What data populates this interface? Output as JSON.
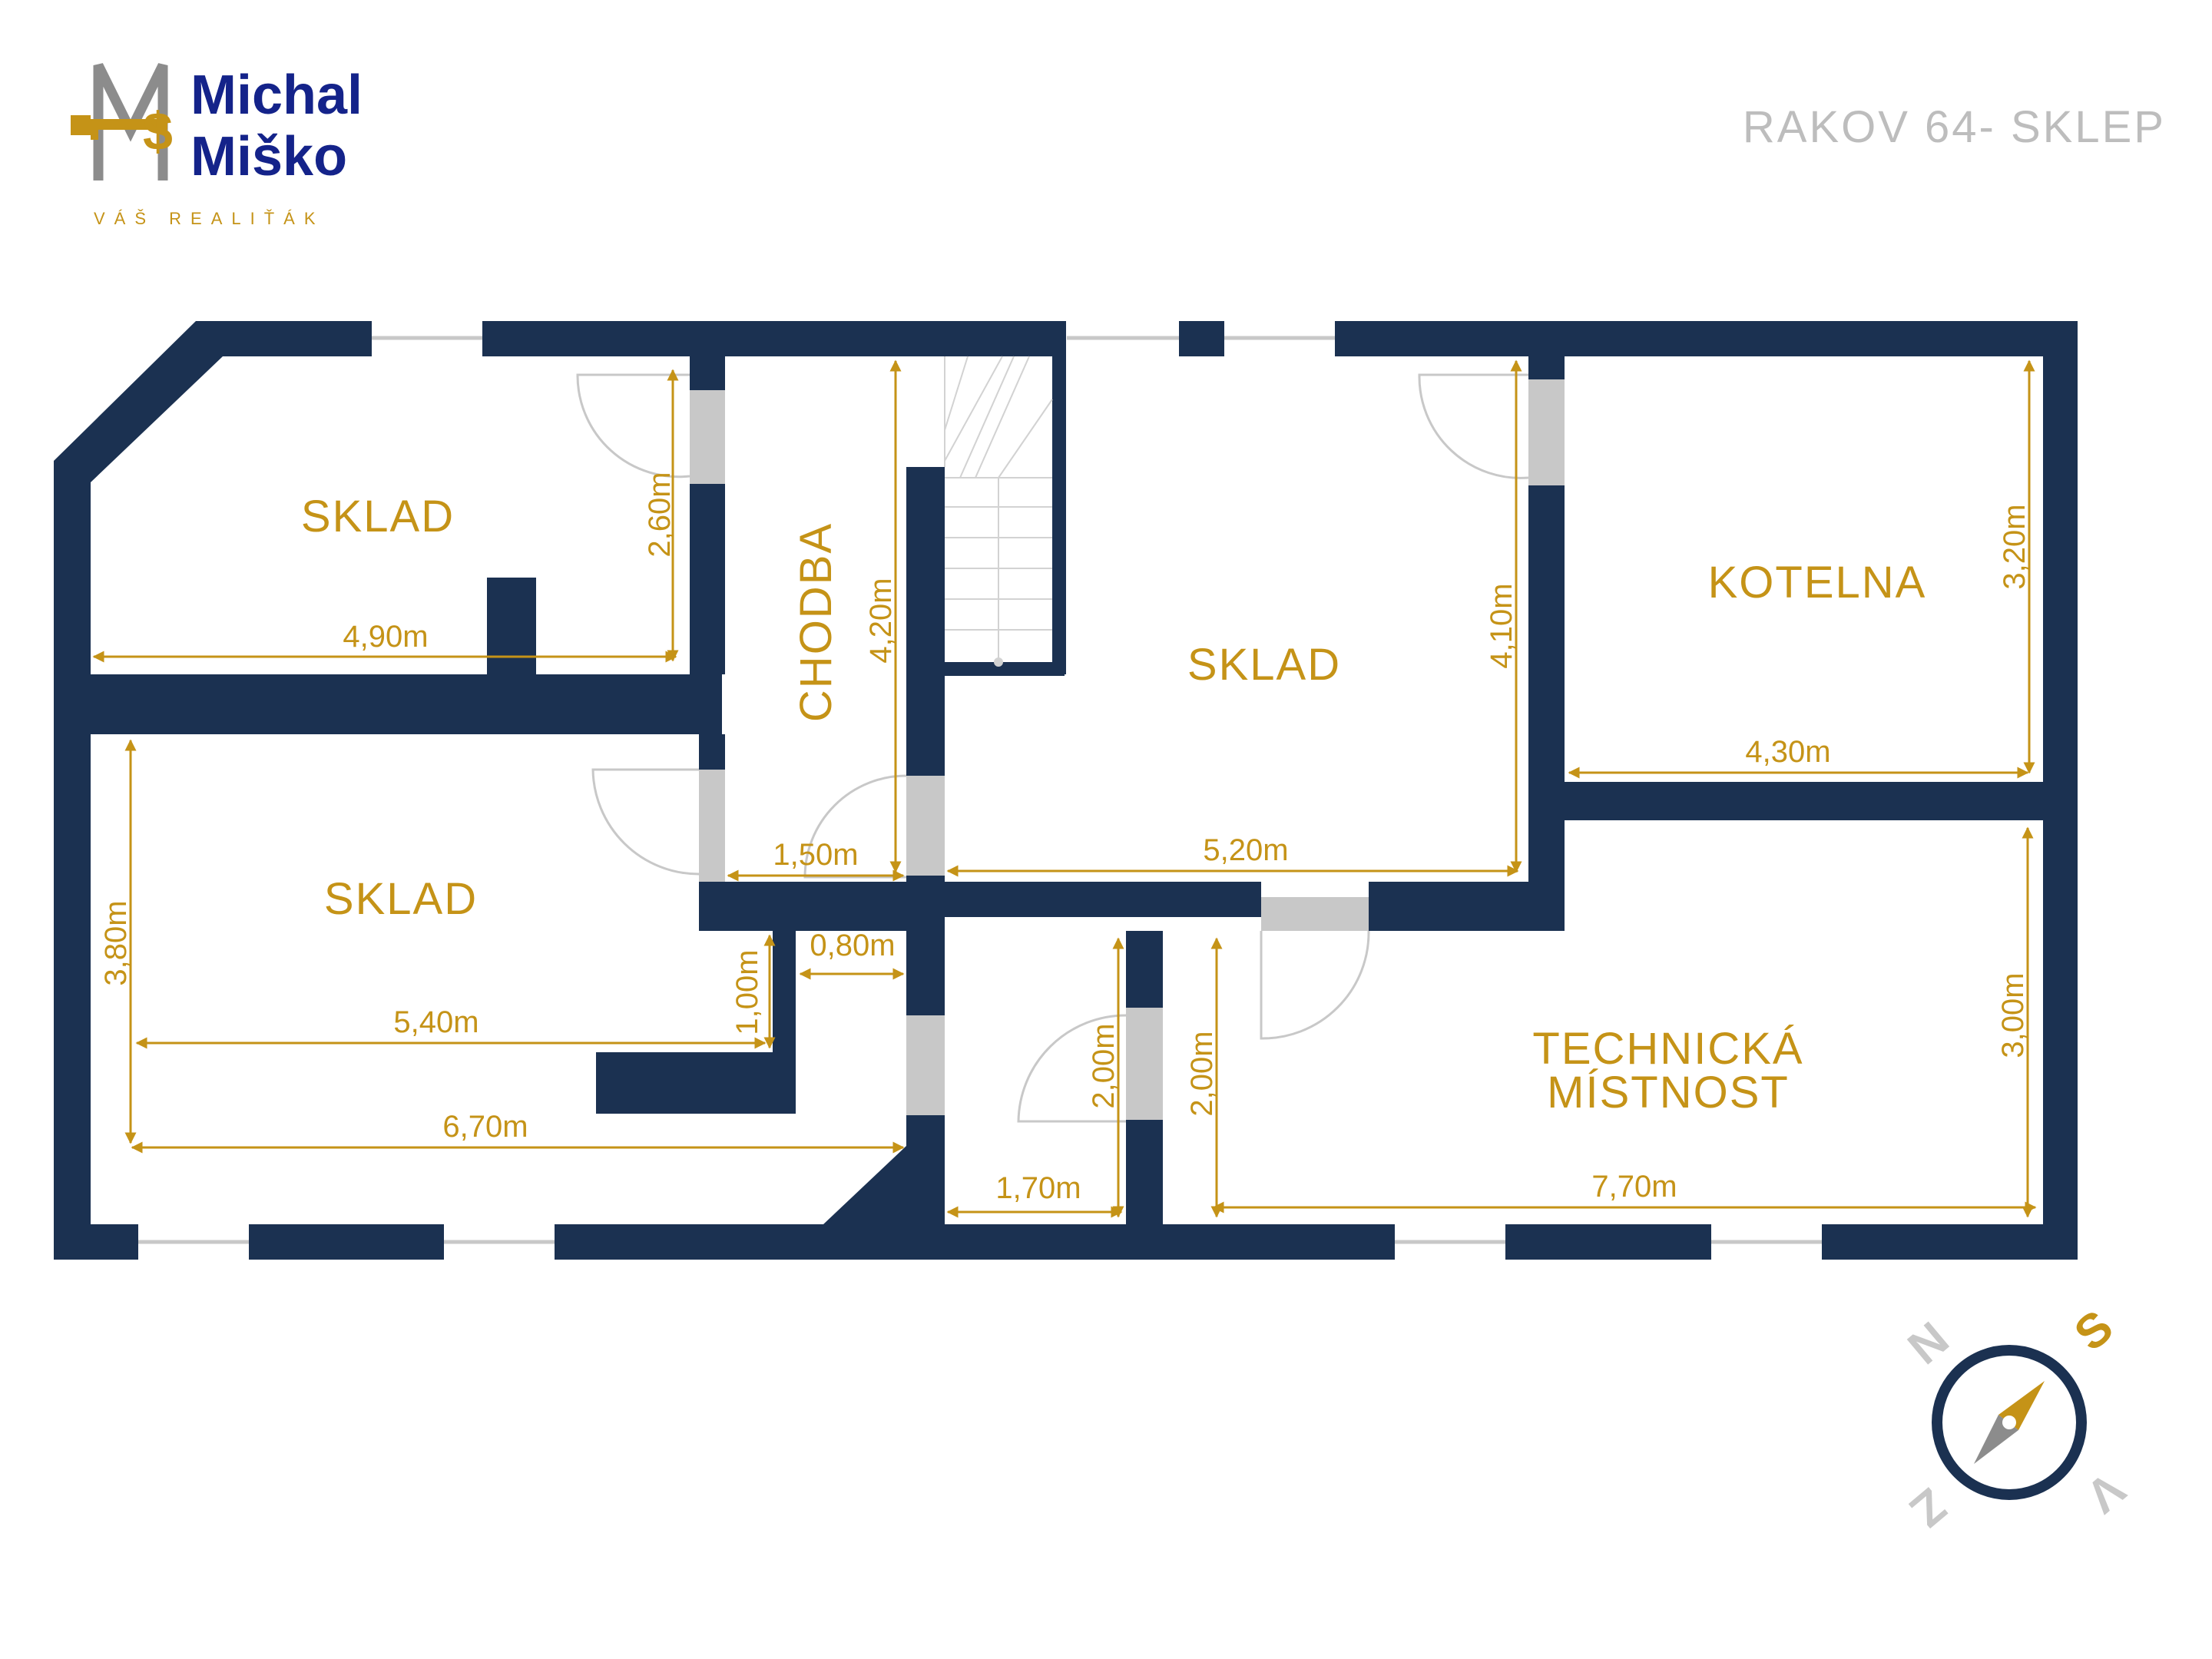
{
  "brand": {
    "name_line1": "Michal",
    "name_line2": "Miško",
    "tagline": "VÁŠ REALIŤÁK",
    "colors": {
      "navy": "#14238a",
      "gold": "#c59317",
      "gray": "#8c8c8c"
    }
  },
  "plan_title": "RAKOV  64- SKLEP",
  "colors": {
    "wall": "#1b3151",
    "door_opening": "#c8c8c8",
    "dimension": "#c59317",
    "window": "#c8c8c8"
  },
  "rooms": {
    "sklad_top_left": "SKLAD",
    "chodba": "CHODBA",
    "sklad_center": "SKLAD",
    "kotelna": "KOTELNA",
    "sklad_left": "SKLAD",
    "technicka_line1": "TECHNICKÁ",
    "technicka_line2": "MÍSTNOST"
  },
  "dimensions": {
    "d_260": "2,60m",
    "d_490": "4,90m",
    "d_420": "4,20m",
    "d_410": "4,10m",
    "d_320": "3,20m",
    "d_430": "4,30m",
    "d_150": "1,50m",
    "d_520": "5,20m",
    "d_380": "3,80m",
    "d_100": "1,00m",
    "d_080": "0,80m",
    "d_540": "5,40m",
    "d_670": "6,70m",
    "d_200a": "2,00m",
    "d_200b": "2,00m",
    "d_300": "3,00m",
    "d_170": "1,70m",
    "d_770": "7,70m"
  },
  "compass": {
    "south": "S",
    "north": "N",
    "west": "Z",
    "east": "V"
  }
}
